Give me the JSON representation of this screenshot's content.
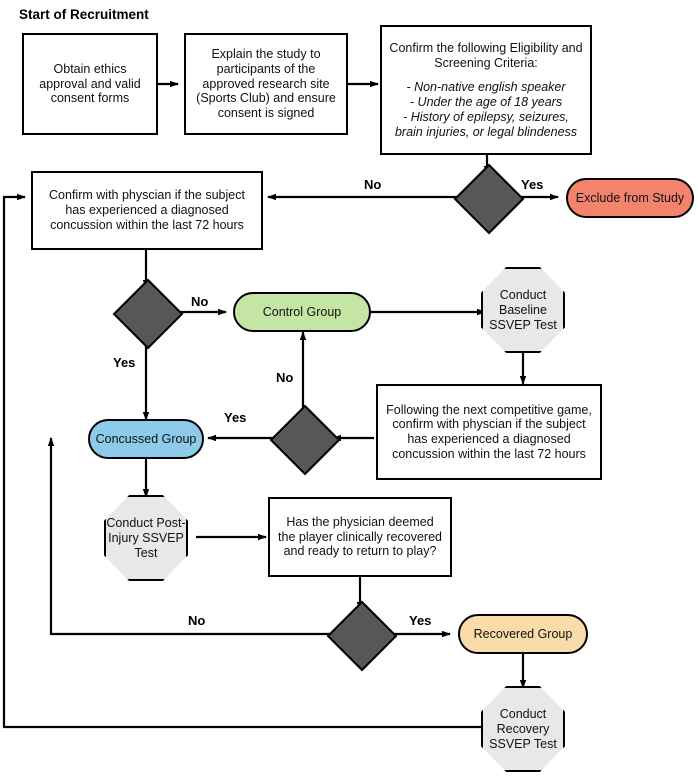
{
  "diagram": {
    "title": "Start of Recruitment",
    "type": "flowchart",
    "colors": {
      "decision": "#575757",
      "process": "#ffffff",
      "exclude": "#f4836e",
      "control": "#c5e5a4",
      "concussed": "#8ecaea",
      "recovered": "#fadcaa",
      "test": "#e8e8e8",
      "stroke": "#000000"
    },
    "nodes": {
      "ethics": {
        "label": "Obtain ethics approval and valid consent forms",
        "shape": "rect"
      },
      "explain": {
        "label": "Explain the study to participants of the approved research site (Sports Club) and ensure consent is signed",
        "shape": "rect"
      },
      "criteria_heading": "Confirm the following Eligibility and Screening Criteria:",
      "criteria_items": [
        "- Non-native english speaker",
        "- Under the age of 18 years",
        "-  History of epilepsy, seizures, brain injuries, or legal blindeness"
      ],
      "exclude": {
        "label": "Exclude from Study",
        "shape": "pill"
      },
      "confirm_concussion": {
        "label": "Confirm with physcian if the subject has experienced a diagnosed concussion within the last 72 hours",
        "shape": "rect"
      },
      "control_group": {
        "label": "Control Group",
        "shape": "pill"
      },
      "baseline_test": {
        "label": "Conduct Baseline SSVEP Test",
        "shape": "octagon"
      },
      "next_game": {
        "label": "Following the next competitive game, confirm with physcian if the subject has experienced a diagnosed concussion within the last 72 hours",
        "shape": "rect"
      },
      "concussed_group": {
        "label": "Concussed Group",
        "shape": "pill"
      },
      "post_injury_test": {
        "label": "Conduct Post-Injury SSVEP Test",
        "shape": "octagon"
      },
      "recovery_question": {
        "label": "Has the physician deemed the player clinically recovered and ready to return to play?",
        "shape": "rect"
      },
      "recovered_group": {
        "label": "Recovered Group",
        "shape": "pill"
      },
      "recovery_test": {
        "label": "Conduct Recovery SSVEP Test",
        "shape": "octagon"
      },
      "decision_eligibility": {
        "label": "",
        "shape": "diamond"
      },
      "decision_concussion_1": {
        "label": "",
        "shape": "diamond"
      },
      "decision_concussion_2": {
        "label": "",
        "shape": "diamond"
      },
      "decision_recovered": {
        "label": "",
        "shape": "diamond"
      }
    },
    "edge_labels": {
      "eligibility_no": "No",
      "eligibility_yes": "Yes",
      "concussion1_no": "No",
      "concussion1_yes": "Yes",
      "concussion2_no": "No",
      "concussion2_yes": "Yes",
      "recovered_no": "No",
      "recovered_yes": "Yes"
    }
  }
}
